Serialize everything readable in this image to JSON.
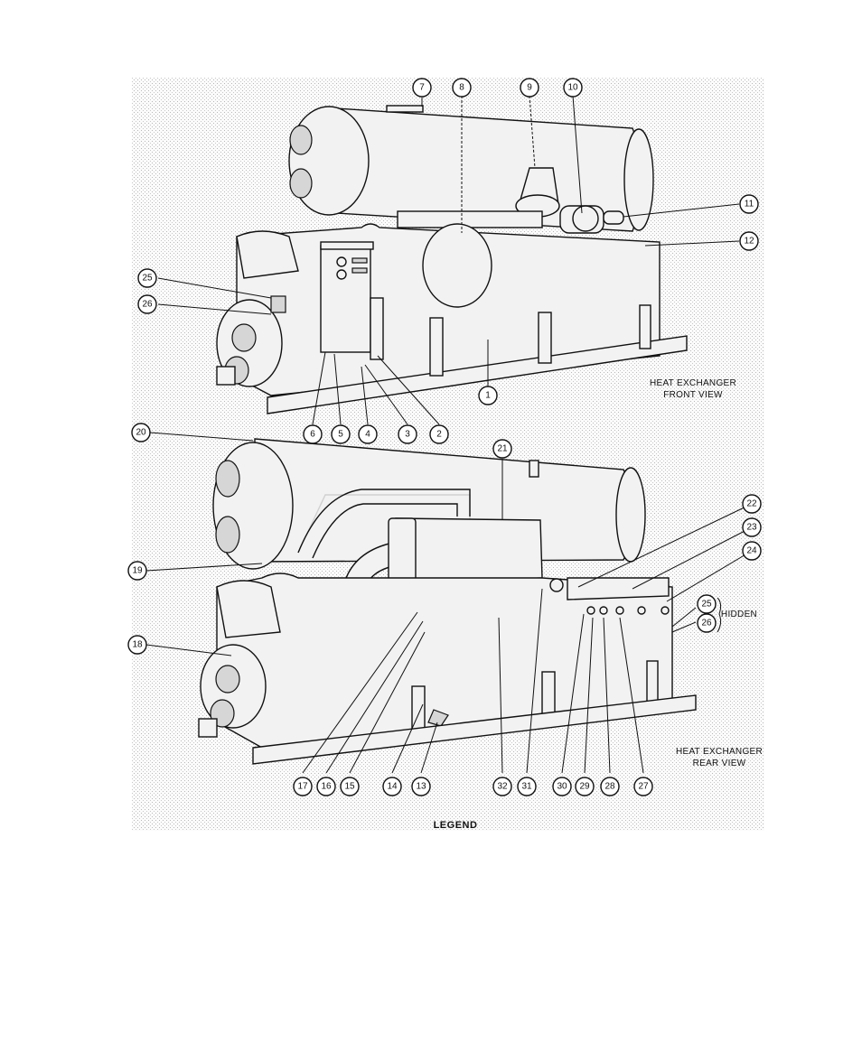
{
  "captions": {
    "front_line1": "HEAT EXCHANGER",
    "front_line2": "FRONT VIEW",
    "rear_line1": "HEAT EXCHANGER",
    "rear_line2": "REAR VIEW",
    "hidden": "HIDDEN",
    "legend": "LEGEND"
  },
  "callouts": {
    "c1": "1",
    "c2": "2",
    "c3": "3",
    "c4": "4",
    "c5": "5",
    "c6": "6",
    "c7": "7",
    "c8": "8",
    "c9": "9",
    "c10": "10",
    "c11": "11",
    "c12": "12",
    "c13": "13",
    "c14": "14",
    "c15": "15",
    "c16": "16",
    "c17": "17",
    "c18": "18",
    "c19": "19",
    "c20": "20",
    "c21": "21",
    "c22": "22",
    "c23": "23",
    "c24": "24",
    "c25a": "25",
    "c26a": "26",
    "c25b": "25",
    "c26b": "26",
    "c27": "27",
    "c28": "28",
    "c29": "29",
    "c30": "30",
    "c31": "31",
    "c32": "32"
  }
}
